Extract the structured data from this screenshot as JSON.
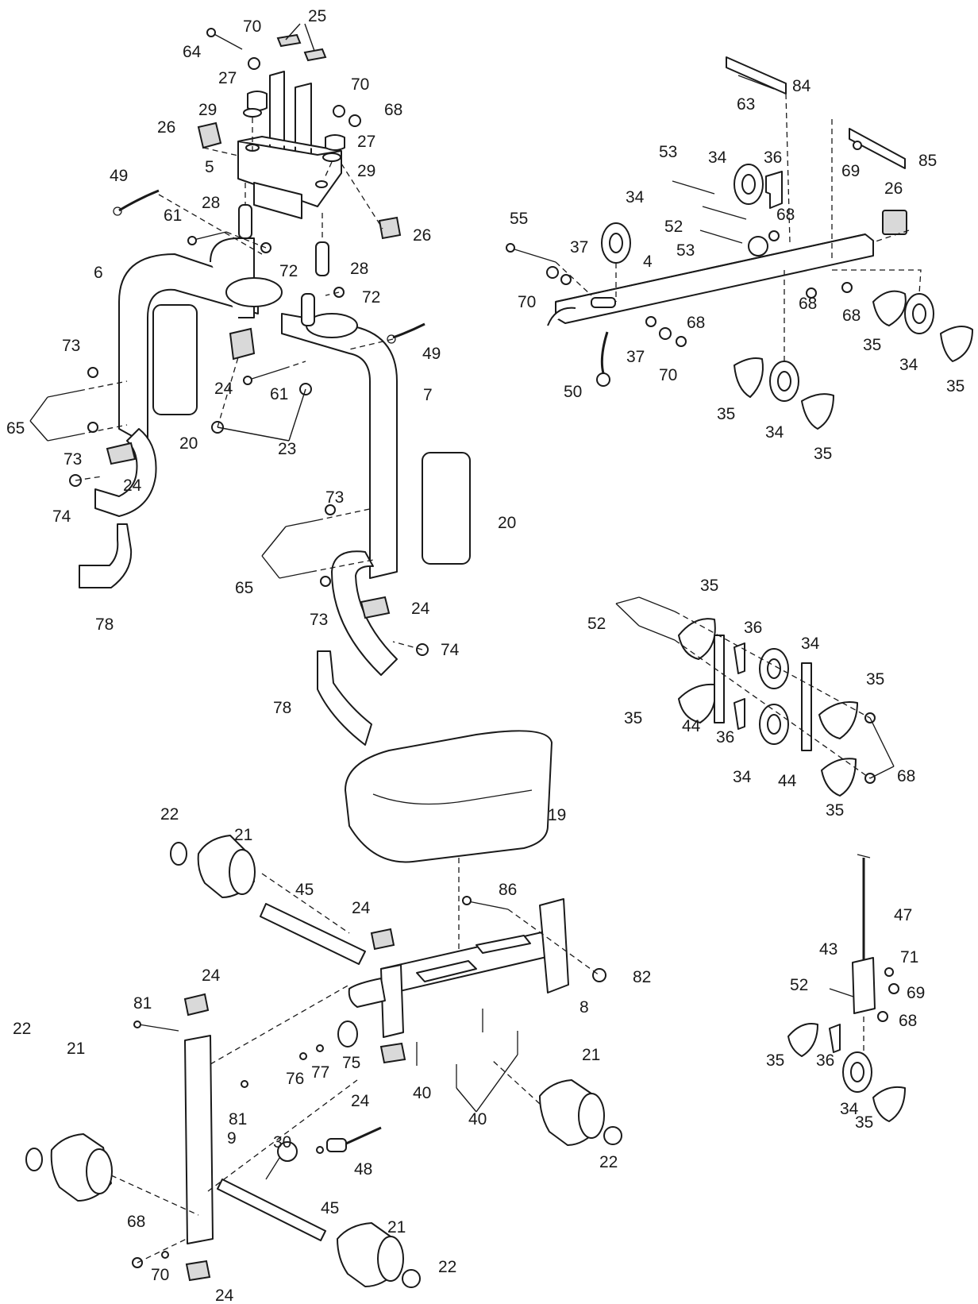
{
  "labels": [
    {
      "id": "p64",
      "text": "64"
    },
    {
      "id": "p70a",
      "text": "70"
    },
    {
      "id": "p25",
      "text": "25"
    },
    {
      "id": "p27a",
      "text": "27"
    },
    {
      "id": "p70b",
      "text": "70"
    },
    {
      "id": "p29a",
      "text": "29"
    },
    {
      "id": "p68a",
      "text": "68"
    },
    {
      "id": "p26a",
      "text": "26"
    },
    {
      "id": "p27b",
      "text": "27"
    },
    {
      "id": "p5",
      "text": "5"
    },
    {
      "id": "p29b",
      "text": "29"
    },
    {
      "id": "p49a",
      "text": "49"
    },
    {
      "id": "p28a",
      "text": "28"
    },
    {
      "id": "p61a",
      "text": "61"
    },
    {
      "id": "p26b",
      "text": "26"
    },
    {
      "id": "p72a",
      "text": "72"
    },
    {
      "id": "p28b",
      "text": "28"
    },
    {
      "id": "p6",
      "text": "6"
    },
    {
      "id": "p72b",
      "text": "72"
    },
    {
      "id": "p49b",
      "text": "49"
    },
    {
      "id": "p73a",
      "text": "73"
    },
    {
      "id": "p24a",
      "text": "24"
    },
    {
      "id": "p61b",
      "text": "61"
    },
    {
      "id": "p7",
      "text": "7"
    },
    {
      "id": "p65a",
      "text": "65"
    },
    {
      "id": "p73b",
      "text": "73"
    },
    {
      "id": "p20a",
      "text": "20"
    },
    {
      "id": "p23",
      "text": "23"
    },
    {
      "id": "p24b",
      "text": "24"
    },
    {
      "id": "p74a",
      "text": "74"
    },
    {
      "id": "p73c",
      "text": "73"
    },
    {
      "id": "p20b",
      "text": "20"
    },
    {
      "id": "p65b",
      "text": "65"
    },
    {
      "id": "p73d",
      "text": "73"
    },
    {
      "id": "p24c",
      "text": "24"
    },
    {
      "id": "p78a",
      "text": "78"
    },
    {
      "id": "p74b",
      "text": "74"
    },
    {
      "id": "p78b",
      "text": "78"
    },
    {
      "id": "p84",
      "text": "84"
    },
    {
      "id": "p63",
      "text": "63"
    },
    {
      "id": "p85",
      "text": "85"
    },
    {
      "id": "p53a",
      "text": "53"
    },
    {
      "id": "p34a",
      "text": "34"
    },
    {
      "id": "p36a",
      "text": "36"
    },
    {
      "id": "p69a",
      "text": "69"
    },
    {
      "id": "p26c",
      "text": "26"
    },
    {
      "id": "p34b",
      "text": "34"
    },
    {
      "id": "p52a",
      "text": "52"
    },
    {
      "id": "p68b",
      "text": "68"
    },
    {
      "id": "p55",
      "text": "55"
    },
    {
      "id": "p53b",
      "text": "53"
    },
    {
      "id": "p37a",
      "text": "37"
    },
    {
      "id": "p4",
      "text": "4"
    },
    {
      "id": "p70c",
      "text": "70"
    },
    {
      "id": "p68c",
      "text": "68"
    },
    {
      "id": "p68d",
      "text": "68"
    },
    {
      "id": "p68e",
      "text": "68"
    },
    {
      "id": "p35a",
      "text": "35"
    },
    {
      "id": "p34c",
      "text": "34"
    },
    {
      "id": "p35b",
      "text": "35"
    },
    {
      "id": "p37b",
      "text": "37"
    },
    {
      "id": "p70d",
      "text": "70"
    },
    {
      "id": "p50",
      "text": "50"
    },
    {
      "id": "p35c",
      "text": "35"
    },
    {
      "id": "p34d",
      "text": "34"
    },
    {
      "id": "p35d",
      "text": "35"
    },
    {
      "id": "p35e",
      "text": "35"
    },
    {
      "id": "p52b",
      "text": "52"
    },
    {
      "id": "p36b",
      "text": "36"
    },
    {
      "id": "p34e",
      "text": "34"
    },
    {
      "id": "p35f",
      "text": "35"
    },
    {
      "id": "p35g",
      "text": "35"
    },
    {
      "id": "p44a",
      "text": "44"
    },
    {
      "id": "p36c",
      "text": "36"
    },
    {
      "id": "p34f",
      "text": "34"
    },
    {
      "id": "p44b",
      "text": "44"
    },
    {
      "id": "p68f",
      "text": "68"
    },
    {
      "id": "p35h",
      "text": "35"
    },
    {
      "id": "p19",
      "text": "19"
    },
    {
      "id": "p22a",
      "text": "22"
    },
    {
      "id": "p21a",
      "text": "21"
    },
    {
      "id": "p45a",
      "text": "45"
    },
    {
      "id": "p86",
      "text": "86"
    },
    {
      "id": "p24d",
      "text": "24"
    },
    {
      "id": "p47",
      "text": "47"
    },
    {
      "id": "p82",
      "text": "82"
    },
    {
      "id": "p8",
      "text": "8"
    },
    {
      "id": "p24e",
      "text": "24"
    },
    {
      "id": "p81a",
      "text": "81"
    },
    {
      "id": "p43",
      "text": "43"
    },
    {
      "id": "p71",
      "text": "71"
    },
    {
      "id": "p52c",
      "text": "52"
    },
    {
      "id": "p69b",
      "text": "69"
    },
    {
      "id": "p68g",
      "text": "68"
    },
    {
      "id": "p22b",
      "text": "22"
    },
    {
      "id": "p21b",
      "text": "21"
    },
    {
      "id": "p76",
      "text": "76"
    },
    {
      "id": "p77",
      "text": "77"
    },
    {
      "id": "p75",
      "text": "75"
    },
    {
      "id": "p24f",
      "text": "24"
    },
    {
      "id": "p40a",
      "text": "40"
    },
    {
      "id": "p21c",
      "text": "21"
    },
    {
      "id": "p40b",
      "text": "40"
    },
    {
      "id": "p81b",
      "text": "81"
    },
    {
      "id": "p35i",
      "text": "35"
    },
    {
      "id": "p36d",
      "text": "36"
    },
    {
      "id": "p34g",
      "text": "34"
    },
    {
      "id": "p35j",
      "text": "35"
    },
    {
      "id": "p9",
      "text": "9"
    },
    {
      "id": "p22c",
      "text": "22"
    },
    {
      "id": "p30",
      "text": "30"
    },
    {
      "id": "p48",
      "text": "48"
    },
    {
      "id": "p45b",
      "text": "45"
    },
    {
      "id": "p68h",
      "text": "68"
    },
    {
      "id": "p21d",
      "text": "21"
    },
    {
      "id": "p70e",
      "text": "70"
    },
    {
      "id": "p22d",
      "text": "22"
    },
    {
      "id": "p24g",
      "text": "24"
    }
  ]
}
